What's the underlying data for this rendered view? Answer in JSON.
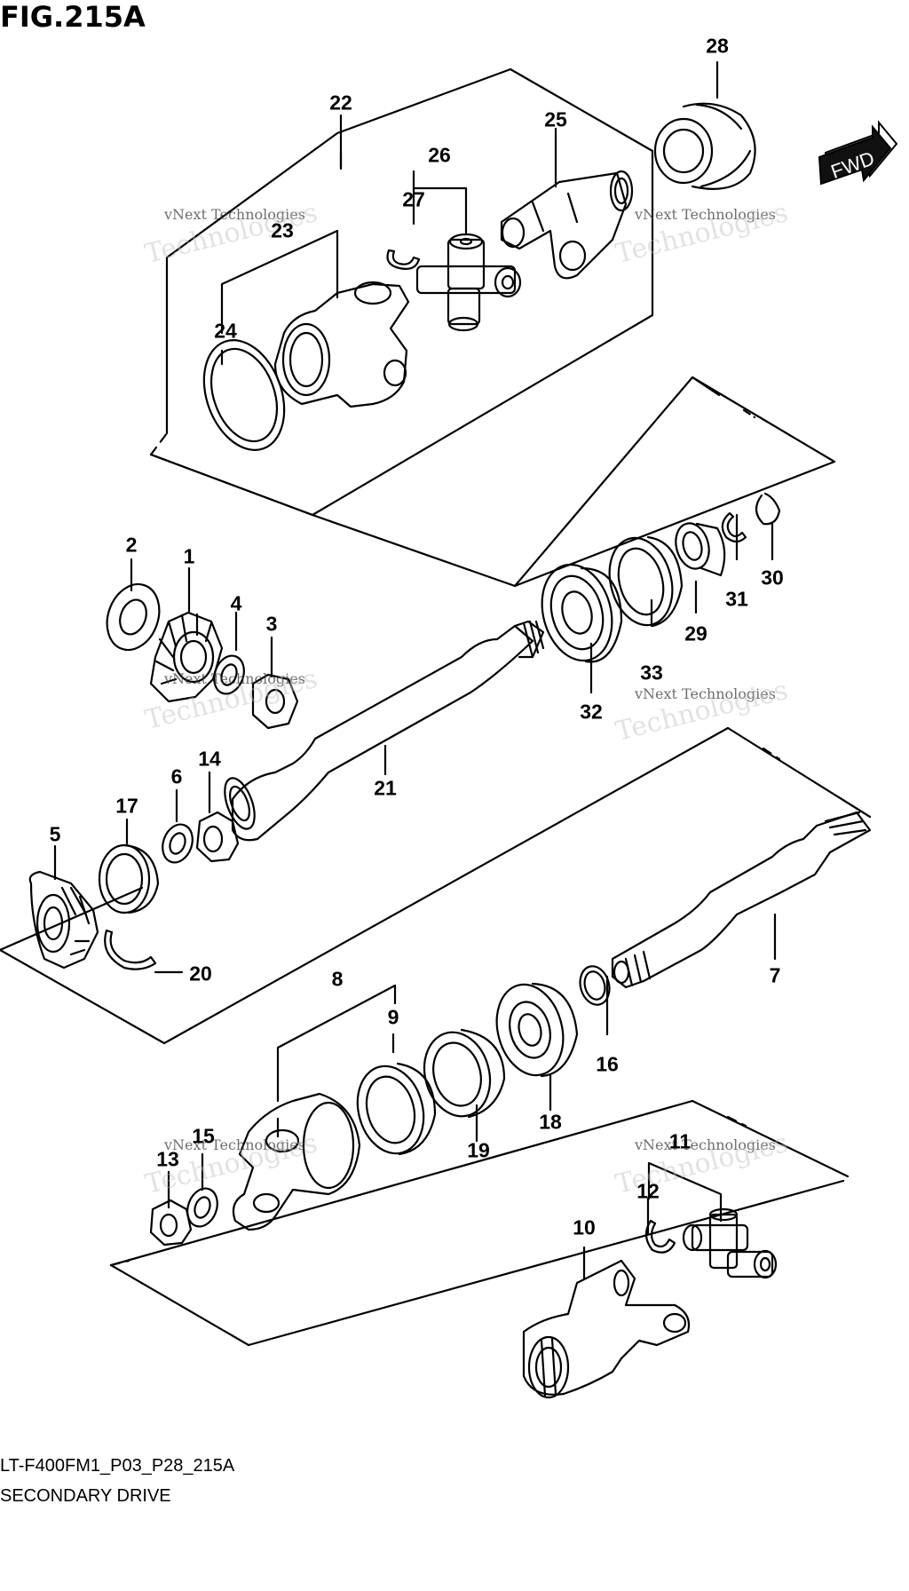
{
  "figure": {
    "title": "FIG.215A",
    "model_code": "LT-F400FM1_P03_P28_215A",
    "section_name": "SECONDARY DRIVE",
    "direction_badge": "FWD"
  },
  "watermark": {
    "small_text": "vNext Technologies",
    "large_text": "Technologies",
    "tag": "vNext"
  },
  "callouts": {
    "c1": "1",
    "c2": "2",
    "c3": "3",
    "c4": "4",
    "c5": "5",
    "c6": "6",
    "c7": "7",
    "c8": "8",
    "c9": "9",
    "c10": "10",
    "c11": "11",
    "c12": "12",
    "c13": "13",
    "c14": "14",
    "c15": "15",
    "c16": "16",
    "c17": "17",
    "c18": "18",
    "c19": "19",
    "c20": "20",
    "c21": "21",
    "c22": "22",
    "c23": "23",
    "c24": "24",
    "c25": "25",
    "c26": "26",
    "c27": "27",
    "c28": "28",
    "c29": "29",
    "c30": "30",
    "c31": "31",
    "c32": "32",
    "c33": "33"
  }
}
